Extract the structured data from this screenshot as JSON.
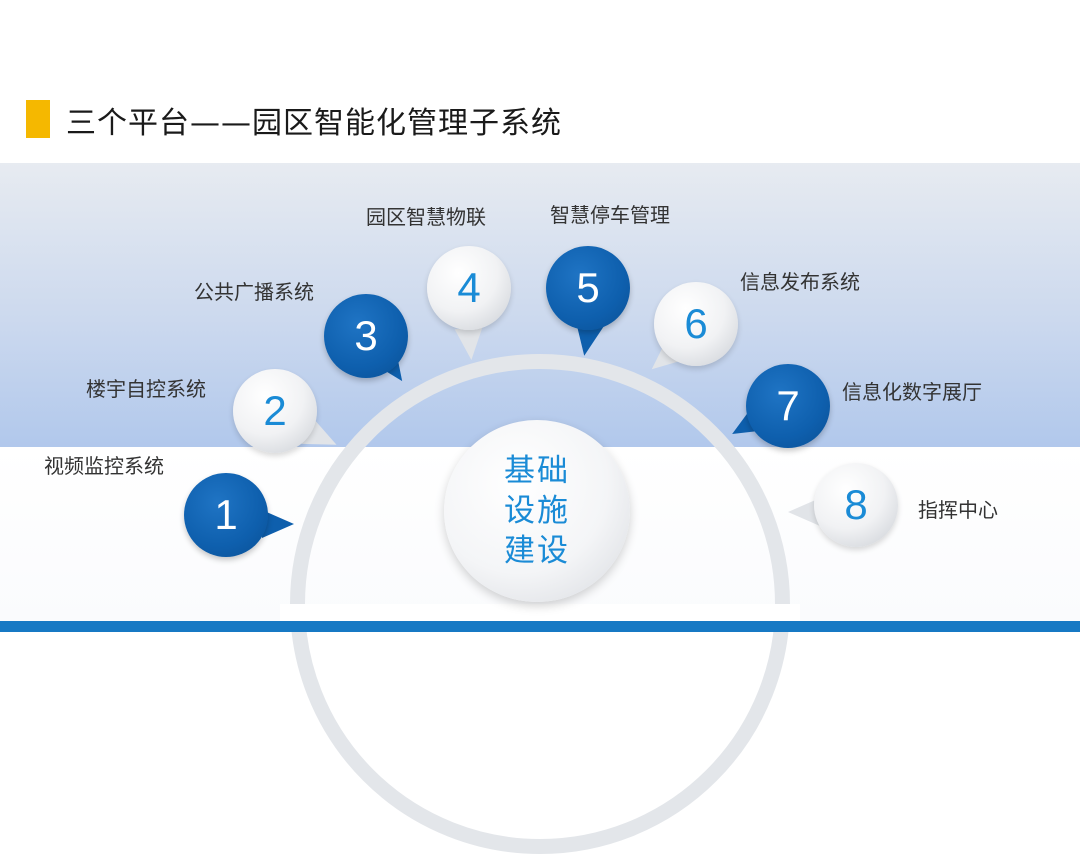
{
  "title": "三个平台——园区智能化管理子系统",
  "center": {
    "line1": "基础",
    "line2": "设施",
    "line3": "建设"
  },
  "nodes": [
    {
      "number": "1",
      "label": "视频监控系统",
      "style": "blue"
    },
    {
      "number": "2",
      "label": "楼宇自控系统",
      "style": "gray"
    },
    {
      "number": "3",
      "label": "公共广播系统",
      "style": "blue"
    },
    {
      "number": "4",
      "label": "园区智慧物联",
      "style": "gray"
    },
    {
      "number": "5",
      "label": "智慧停车管理",
      "style": "blue"
    },
    {
      "number": "6",
      "label": "信息发布系统",
      "style": "gray"
    },
    {
      "number": "7",
      "label": "信息化数字展厅",
      "style": "blue"
    },
    {
      "number": "8",
      "label": "指挥中心",
      "style": "gray"
    }
  ],
  "colors": {
    "accent_yellow": "#f5b800",
    "bubble_blue": "#0e5fad",
    "number_blue": "#1a8bd6",
    "bottom_line": "#1779c4"
  }
}
